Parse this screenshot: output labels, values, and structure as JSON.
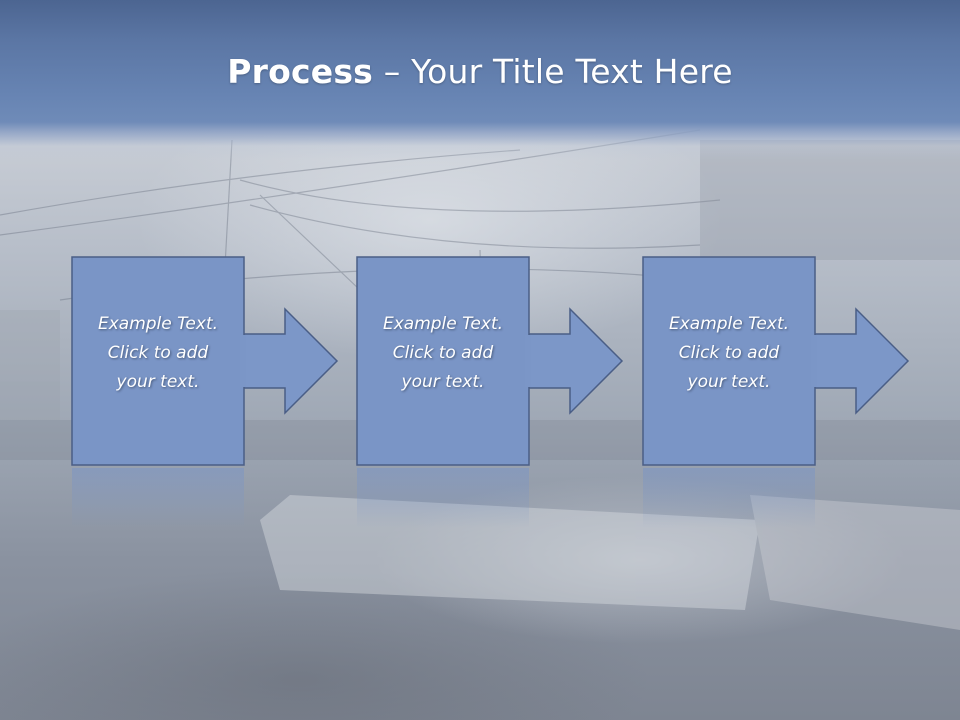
{
  "slide": {
    "title_bold": "Process",
    "title_rest": " – Your Title Text Here"
  },
  "steps": [
    {
      "text": "Example Text.\nClick  to add\nyour text."
    },
    {
      "text": "Example Text.\nClick  to add\nyour text."
    },
    {
      "text": "Example Text.\nClick  to add\nyour text."
    }
  ],
  "colors": {
    "title_band": "#6784b3",
    "box_fill": "#7a95c6",
    "box_stroke": "#4a5e86",
    "arrow_fill": "#7c97c8",
    "title_text": "#ffffff",
    "step_text": "#ffffff"
  }
}
